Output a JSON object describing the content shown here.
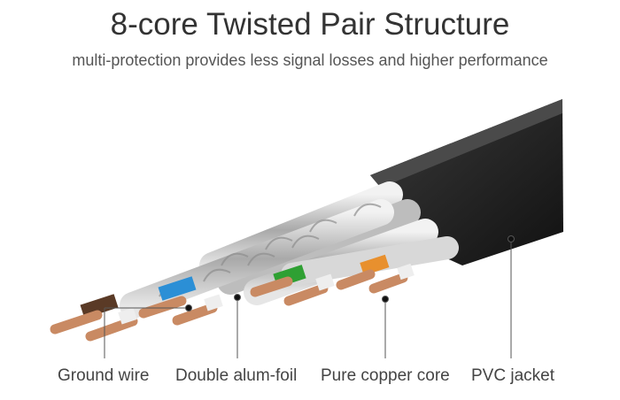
{
  "title": "8-core Twisted Pair Structure",
  "subtitle": "multi-protection provides less signal losses and higher performance",
  "labels": {
    "ground_wire": "Ground wire",
    "alum_foil": "Double alum-foil",
    "copper_core": "Pure copper core",
    "pvc_jacket": "PVC jacket"
  },
  "colors": {
    "jacket": "#1e1e1e",
    "foil": "#c8c8c8",
    "copper": "#c98a63",
    "pair_brown": "#5a3a26",
    "pair_blue": "#2b8fd6",
    "pair_green": "#2fa033",
    "pair_orange": "#e8902e"
  }
}
